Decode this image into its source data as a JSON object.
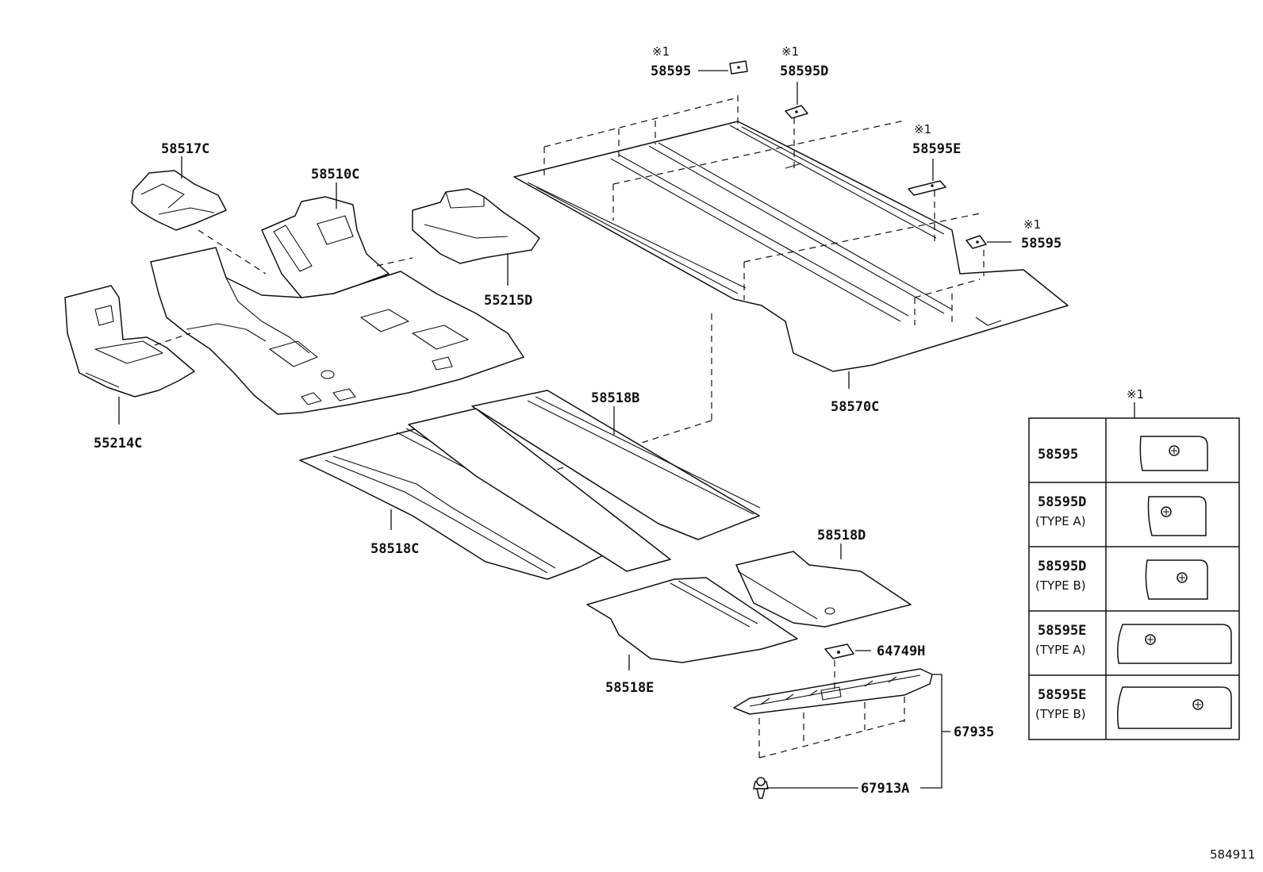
{
  "diagram": {
    "id_code": "584911",
    "note_mark": "※1",
    "parts": {
      "p58517c": "58517C",
      "p58510c": "58510C",
      "p55215d": "55215D",
      "p55214c": "55214C",
      "p58595_top": "58595",
      "p58595d_top": "58595D",
      "p58595e_top": "58595E",
      "p58595_right": "58595",
      "p58570c": "58570C",
      "p58518b": "58518B",
      "p58518c": "58518C",
      "p58518d": "58518D",
      "p58518e": "58518E",
      "p64749h": "64749H",
      "p67935": "67935",
      "p67913a": "67913A"
    },
    "legend_table": {
      "header_mark": "※1",
      "rows": [
        {
          "part": "58595",
          "type": ""
        },
        {
          "part": "58595D",
          "type": "(TYPE A)"
        },
        {
          "part": "58595D",
          "type": "(TYPE B)"
        },
        {
          "part": "58595E",
          "type": "(TYPE A)"
        },
        {
          "part": "58595E",
          "type": "(TYPE B)"
        }
      ]
    }
  }
}
